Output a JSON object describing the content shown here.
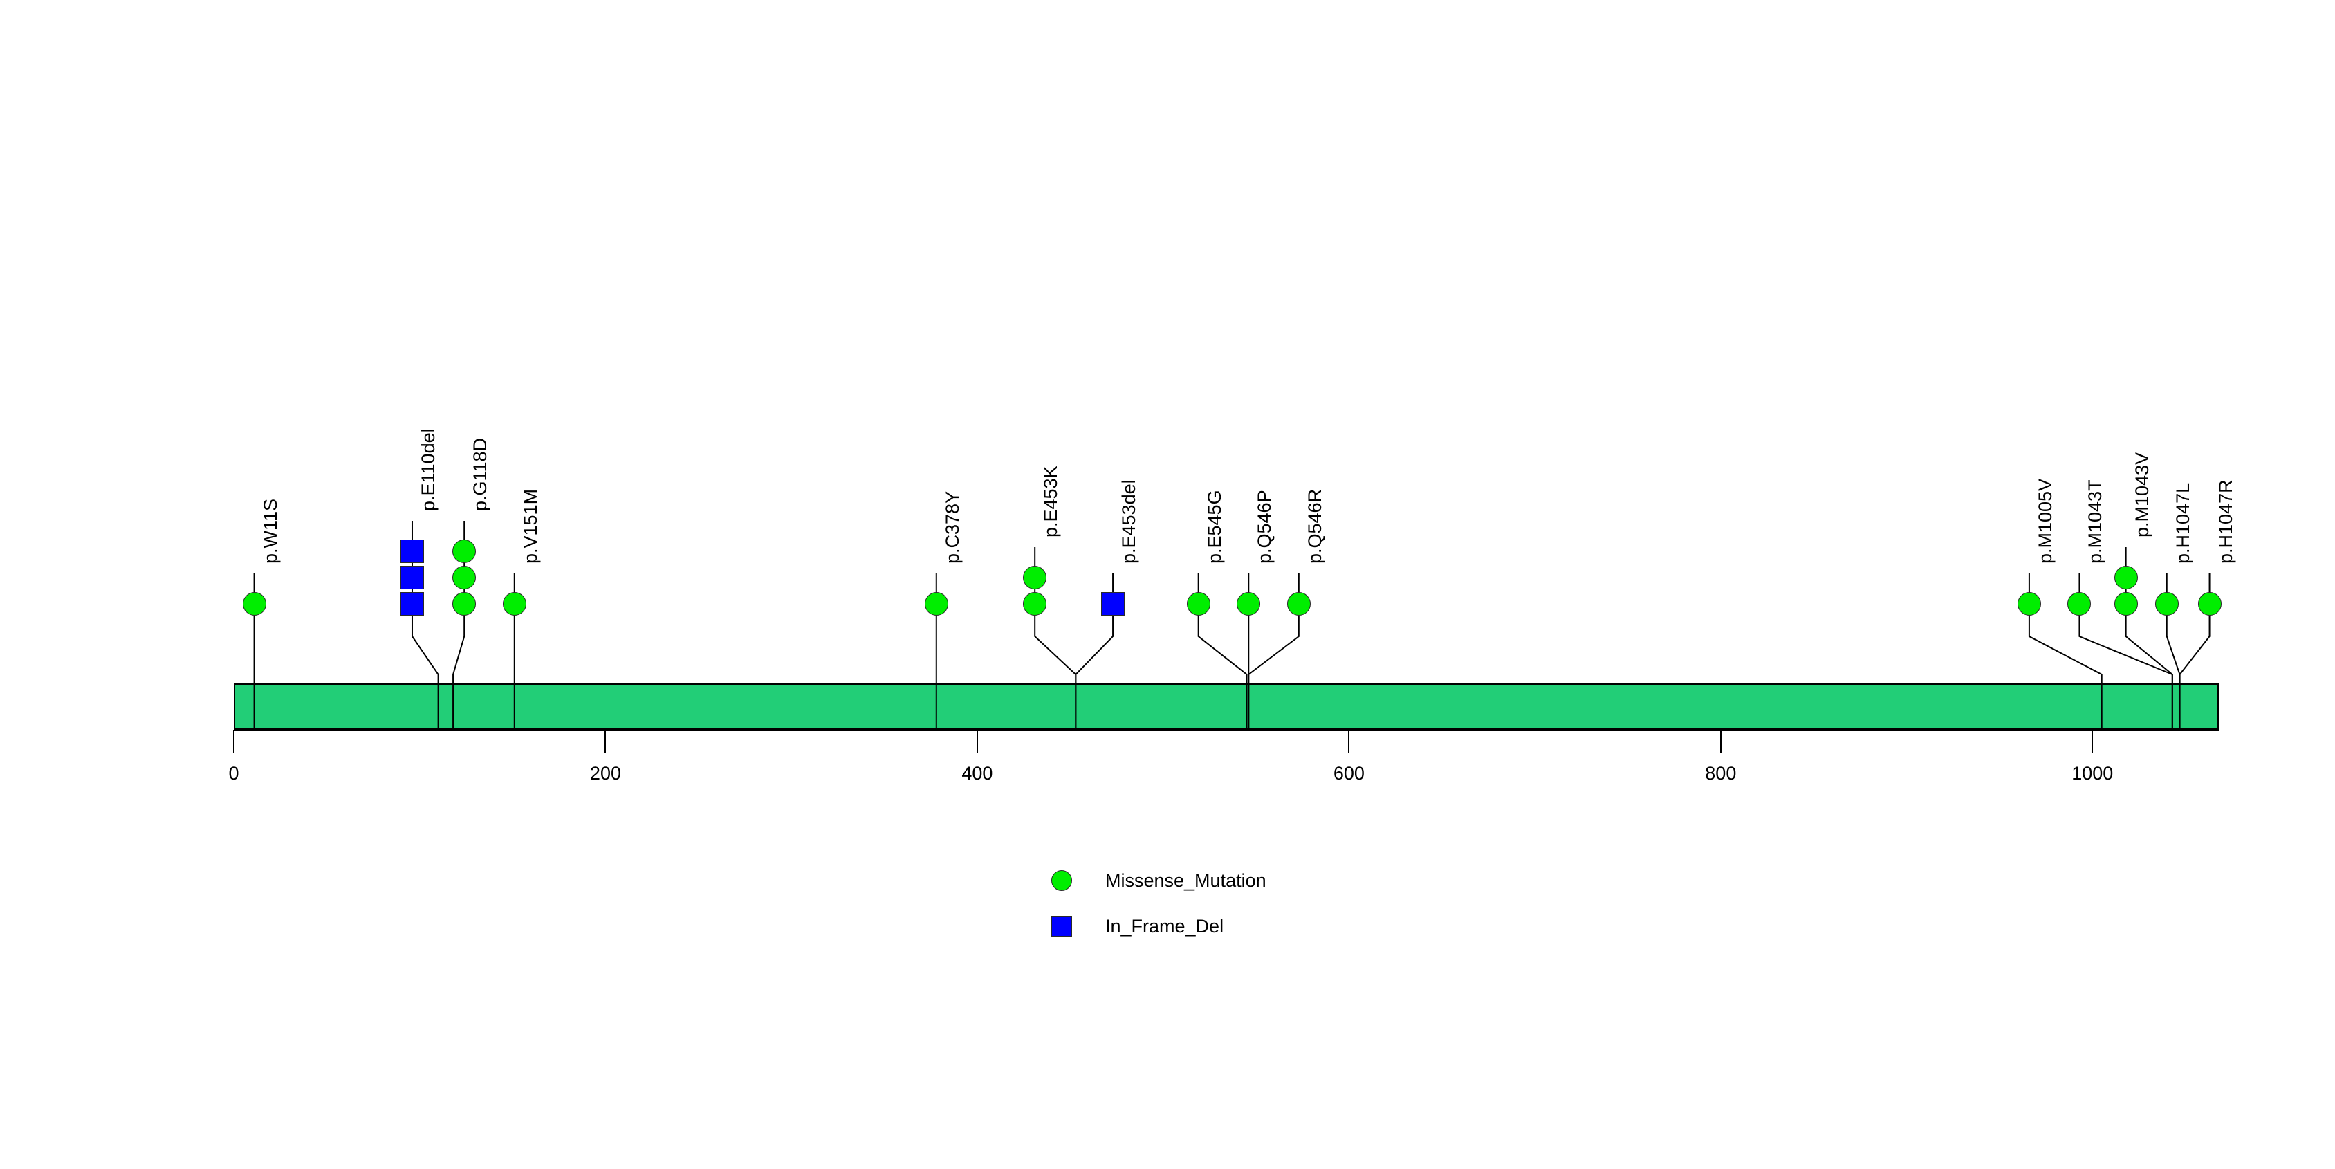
{
  "chart_data": {
    "type": "lollipop",
    "title": "",
    "xlabel": "",
    "ylabel": "",
    "xlim": [
      0,
      1068
    ],
    "grid": false,
    "protein": {
      "name": "",
      "length": 1068,
      "color": "#22ce77",
      "border_color": "#000000"
    },
    "axis": {
      "ticks": [
        0,
        200,
        400,
        600,
        800,
        1000
      ],
      "tick_labels": [
        "0",
        "200",
        "400",
        "600",
        "800",
        "1000"
      ]
    },
    "legend": {
      "position": "bottom-center",
      "entries": [
        {
          "label": "Missense_Mutation",
          "color": "#00ee00",
          "shape": "circle"
        },
        {
          "label": "In_Frame_Del",
          "color": "#0000ff",
          "shape": "square"
        }
      ]
    },
    "mutations": [
      {
        "label": "p.W11S",
        "position": 11,
        "label_x": 11,
        "count": 1,
        "types": [
          "Missense_Mutation"
        ]
      },
      {
        "label": "p.E110del",
        "position": 110,
        "label_x": 96,
        "count": 3,
        "types": [
          "In_Frame_Del",
          "In_Frame_Del",
          "In_Frame_Del"
        ]
      },
      {
        "label": "p.G118D",
        "position": 118,
        "label_x": 124,
        "count": 3,
        "types": [
          "Missense_Mutation",
          "Missense_Mutation",
          "Missense_Mutation"
        ]
      },
      {
        "label": "p.V151M",
        "position": 151,
        "label_x": 151,
        "count": 1,
        "types": [
          "Missense_Mutation"
        ]
      },
      {
        "label": "p.C378Y",
        "position": 378,
        "label_x": 378,
        "count": 1,
        "types": [
          "Missense_Mutation"
        ]
      },
      {
        "label": "p.E453K",
        "position": 453,
        "label_x": 431,
        "count": 2,
        "types": [
          "Missense_Mutation",
          "Missense_Mutation"
        ]
      },
      {
        "label": "p.E453del",
        "position": 453,
        "label_x": 473,
        "count": 1,
        "types": [
          "In_Frame_Del"
        ]
      },
      {
        "label": "p.E545G",
        "position": 545,
        "label_x": 519,
        "count": 1,
        "types": [
          "Missense_Mutation"
        ]
      },
      {
        "label": "p.Q546P",
        "position": 546,
        "label_x": 546,
        "count": 1,
        "types": [
          "Missense_Mutation"
        ]
      },
      {
        "label": "p.Q546R",
        "position": 546,
        "label_x": 573,
        "count": 1,
        "types": [
          "Missense_Mutation"
        ]
      },
      {
        "label": "p.M1005V",
        "position": 1005,
        "label_x": 966,
        "count": 1,
        "types": [
          "Missense_Mutation"
        ]
      },
      {
        "label": "p.M1043T",
        "position": 1043,
        "label_x": 993,
        "count": 1,
        "types": [
          "Missense_Mutation"
        ]
      },
      {
        "label": "p.M1043V",
        "position": 1043,
        "label_x": 1018,
        "count": 2,
        "types": [
          "Missense_Mutation",
          "Missense_Mutation"
        ]
      },
      {
        "label": "p.H1047L",
        "position": 1047,
        "label_x": 1040,
        "count": 1,
        "types": [
          "Missense_Mutation"
        ]
      },
      {
        "label": "p.H1047R",
        "position": 1047,
        "label_x": 1063,
        "count": 1,
        "types": [
          "Missense_Mutation"
        ]
      }
    ]
  }
}
